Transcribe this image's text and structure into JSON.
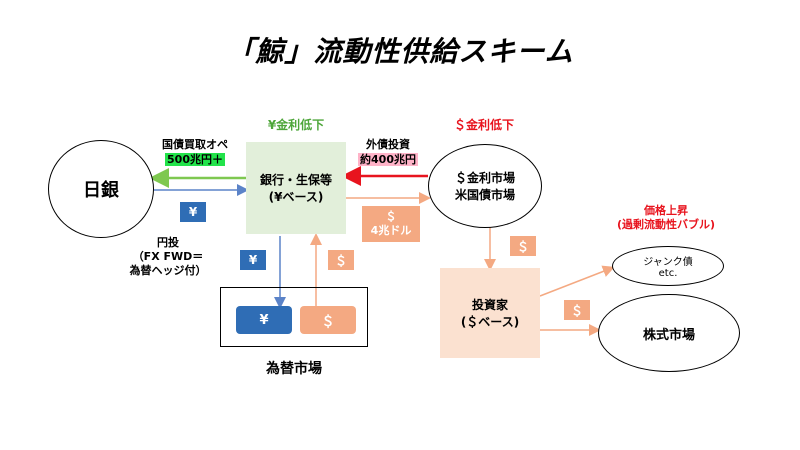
{
  "title": "「鯨」流動性供給スキーム",
  "nodes": {
    "boj": "日銀",
    "banks_line1": "銀行・生保等",
    "banks_line2": "(¥ベース)",
    "usd_market_line1": "＄金利市場",
    "usd_market_line2": "米国債市場",
    "investors_line1": "投資家",
    "investors_line2": "(＄ベース)",
    "junk_line1": "ジャンク債",
    "junk_line2": "etc.",
    "stock_market": "株式市場",
    "fx_market": "為替市場"
  },
  "labels": {
    "yen_rate_down": "¥金利低下",
    "usd_rate_down": "＄金利低下",
    "jgb_purchase": "国債買取オペ",
    "jgb_amount": "500兆円＋",
    "foreign_bond_invest": "外債投資",
    "foreign_bond_amount": "約400兆円",
    "usd_4t_line1": "＄",
    "usd_4t_line2": "4兆ドル",
    "yen_invest_line1": "円投",
    "yen_invest_line2": "（FX FWD＝",
    "yen_invest_line3": "為替ヘッジ付）",
    "price_rise_line1": "価格上昇",
    "price_rise_line2": "(過剰流動性バブル)"
  },
  "badges": {
    "yen": "¥",
    "usd": "＄"
  },
  "colors": {
    "green_arrow": "#7ec850",
    "red_arrow": "#e8141e",
    "blue_arrow": "#5b83c8",
    "orange_arrow": "#f4a982",
    "green_box": "#e2efda",
    "peach_box": "#fbe1d0",
    "yen_badge": "#2f6db5",
    "usd_badge": "#f4a982",
    "red_text": "#e8141e",
    "green_text": "#4ea63a"
  }
}
